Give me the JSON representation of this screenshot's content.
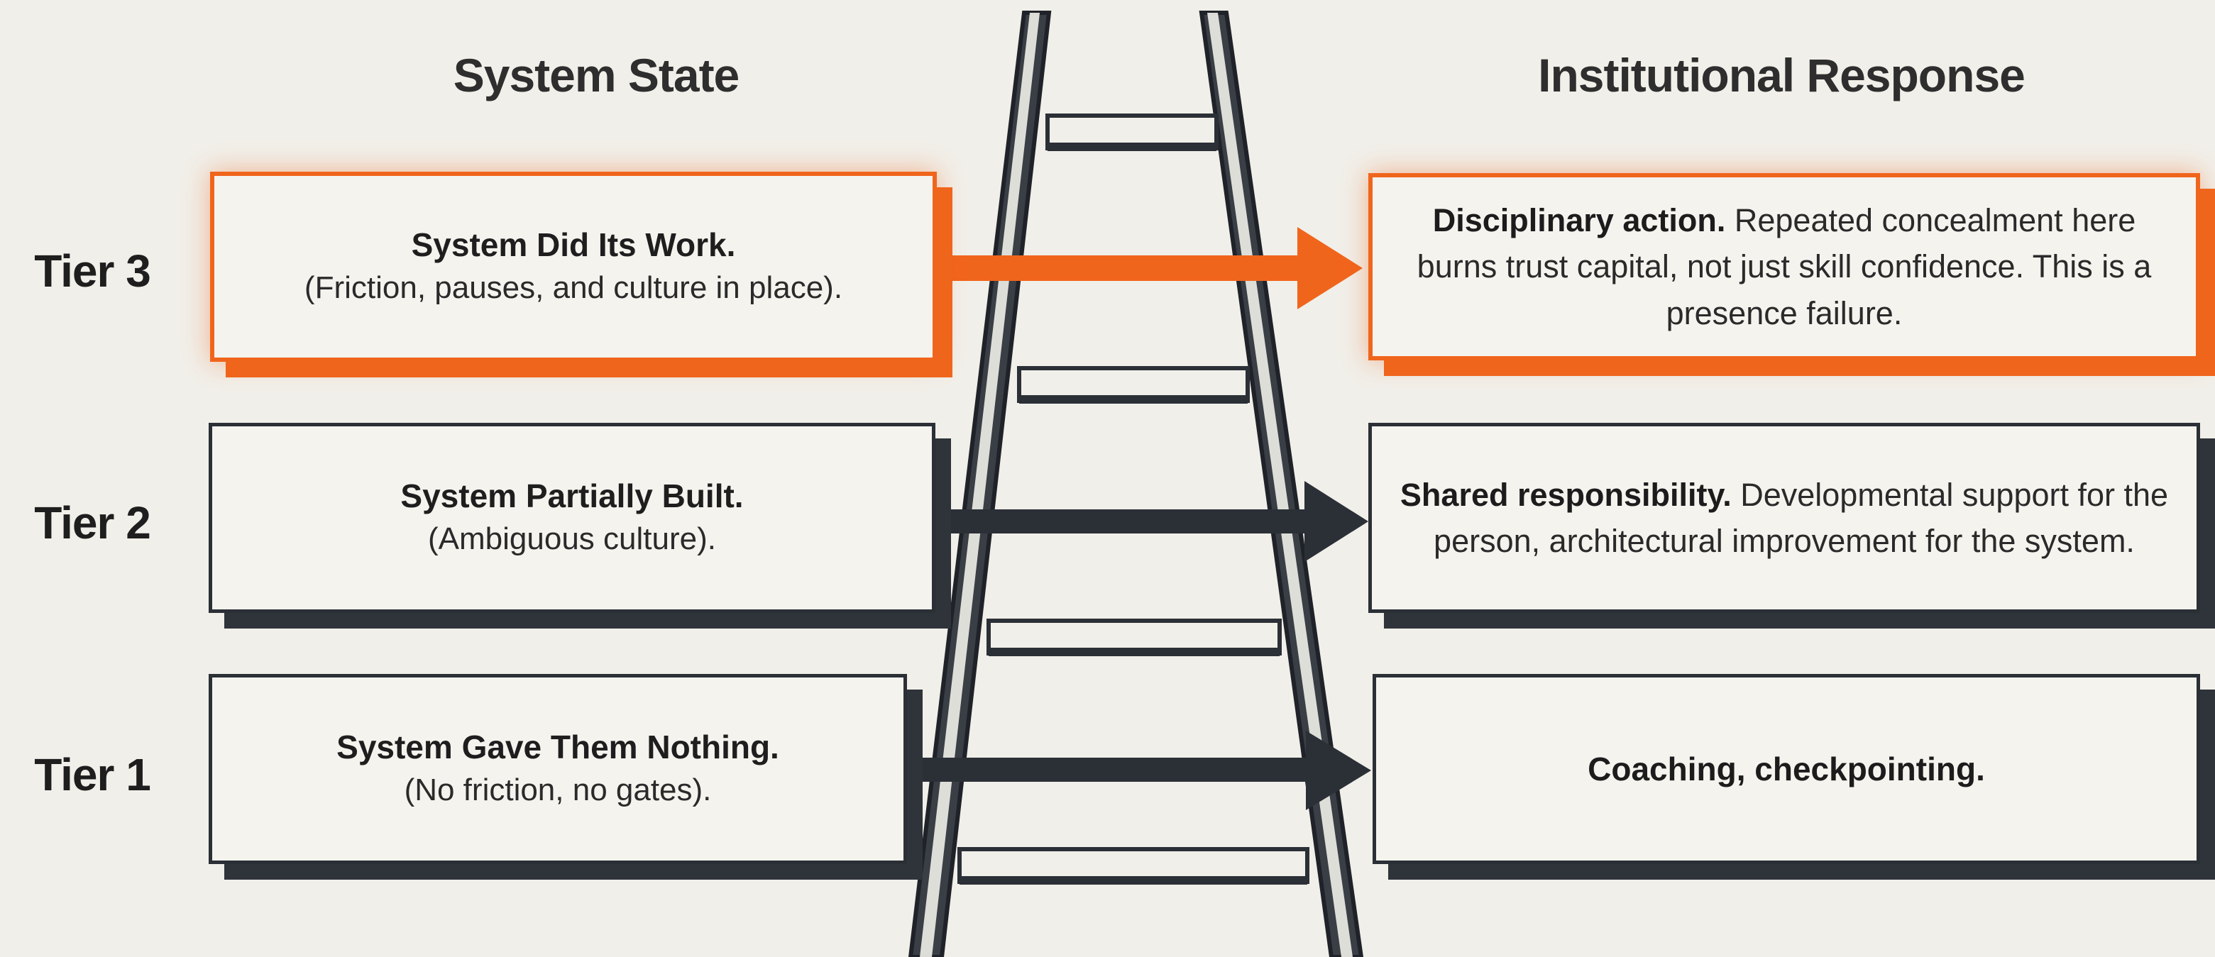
{
  "headers": {
    "left": "System State",
    "right": "Institutional Response"
  },
  "colors": {
    "accent": "#f0651c",
    "dark": "#2b2f36",
    "background": "#f1efe9"
  },
  "tiers": [
    {
      "label": "Tier 3",
      "state_title": "System Did Its Work.",
      "state_detail": "(Friction, pauses, and culture in place).",
      "response_bold": "Disciplinary action.",
      "response_text": "Repeated concealment here burns trust capital, not just skill confidence. This is a presence failure.",
      "highlighted": true
    },
    {
      "label": "Tier 2",
      "state_title": "System Partially Built.",
      "state_detail": "(Ambiguous culture).",
      "response_bold": "Shared responsibility.",
      "response_text": "Developmental support for the person, architectural improvement for the system.",
      "highlighted": false
    },
    {
      "label": "Tier 1",
      "state_title": "System Gave Them Nothing.",
      "state_detail": "(No friction, no gates).",
      "response_bold": "Coaching, checkpointing.",
      "response_text": "",
      "highlighted": false
    }
  ]
}
